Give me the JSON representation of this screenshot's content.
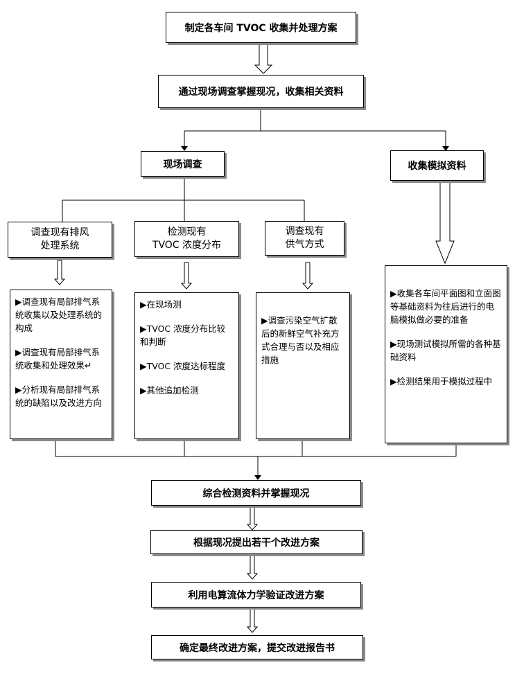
{
  "flow": {
    "step1": "制定各车间 TVOC 收集并处理方案",
    "step2": "通过现场调查掌握现况，收集相关资料",
    "branch_field": "现场调查",
    "branch_sim": "收集模拟资料",
    "sub_exhaust": [
      "调查现有排风",
      "处理系统"
    ],
    "sub_tvoc": [
      "检测现有",
      "TVOC 浓度分布"
    ],
    "sub_supply": [
      "调查现有",
      "供气方式"
    ],
    "detail_exhaust": [
      "▶调查现有局部排气系统收集以及处理系统的构成",
      "▶调查现有局部排气系统收集和处理效果↵",
      "▶分析现有局部排气系统的缺陷以及改进方向"
    ],
    "detail_tvoc": [
      "▶在现场测",
      "▶TVOC 浓度分布比较和判断",
      "▶TVOC 浓度达标程度",
      "▶其他追加检测"
    ],
    "detail_supply": [
      "▶调查污染空气扩散后的新鲜空气补充方式合理与否以及相应措施"
    ],
    "detail_sim": [
      "▶收集各车间平面图和立面图等基础资料为往后进行的电脑模拟做必要的准备",
      "▶现场测试模拟所需的各种基础资料",
      "▶检测结果用于模拟过程中"
    ],
    "step3": "综合检测资料并掌握现况",
    "step4": "根据现况提出若干个改进方案",
    "step5": "利用电算流体力学验证改进方案",
    "step6": "确定最终改进方案，提交改进报告书"
  }
}
